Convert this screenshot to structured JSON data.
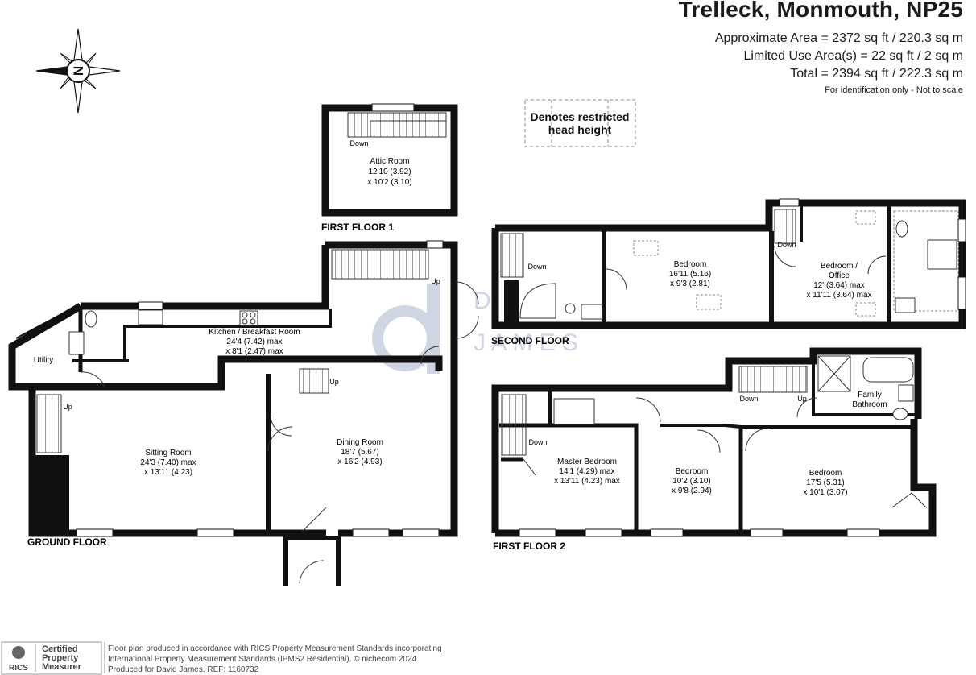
{
  "header": {
    "title": "Trelleck, Monmouth, NP25",
    "approx_area": "Approximate Area = 2372 sq ft / 220.3 sq m",
    "limited_use": "Limited Use Area(s) = 22 sq ft / 2 sq m",
    "total": "Total = 2394 sq ft / 222.3 sq m",
    "note": "For identification only - Not to scale"
  },
  "compass": {
    "label": "N"
  },
  "legend": {
    "line1": "Denotes restricted",
    "line2": "head height"
  },
  "watermark": {
    "line1": "D A V I D",
    "line2": "J A M E S"
  },
  "floors": {
    "first_floor_1": "FIRST FLOOR 1",
    "second_floor": "SECOND FLOOR",
    "ground_floor": "GROUND FLOOR",
    "first_floor_2": "FIRST FLOOR 2"
  },
  "rooms": {
    "attic": {
      "name": "Attic Room",
      "dim1": "12'10 (3.92)",
      "dim2": "x 10'2 (3.10)"
    },
    "kitchen": {
      "name": "Kitchen / Breakfast Room",
      "dim1": "24'4 (7.42) max",
      "dim2": "x 8'1 (2.47) max"
    },
    "utility": {
      "name": "Utility"
    },
    "sitting": {
      "name": "Sitting Room",
      "dim1": "24'3 (7.40) max",
      "dim2": "x 13'11 (4.23)"
    },
    "dining": {
      "name": "Dining Room",
      "dim1": "18'7 (5.67)",
      "dim2": "x 16'2 (4.93)"
    },
    "sf_bedroom": {
      "name": "Bedroom",
      "dim1": "16'11 (5.16)",
      "dim2": "x 9'3 (2.81)"
    },
    "office": {
      "name1": "Bedroom /",
      "name2": "Office",
      "dim1": "12' (3.64) max",
      "dim2": "x 11'11 (3.64) max"
    },
    "master": {
      "name": "Master Bedroom",
      "dim1": "14'1 (4.29) max",
      "dim2": "x 13'11 (4.23) max"
    },
    "bed2": {
      "name": "Bedroom",
      "dim1": "10'2 (3.10)",
      "dim2": "x 9'8 (2.94)"
    },
    "bed3": {
      "name": "Bedroom",
      "dim1": "17'5 (5.31)",
      "dim2": "x 10'1 (3.07)"
    },
    "family_bath": {
      "name1": "Family",
      "name2": "Bathroom"
    }
  },
  "stair_labels": {
    "attic_down": "Down",
    "kitchen_up": "Up",
    "sitting_up": "Up",
    "dining_up": "Up",
    "sf_down_left": "Down",
    "sf_down_right": "Down",
    "ff2_down_master": "Down",
    "ff2_down_landing": "Down",
    "ff2_up_landing": "Up"
  },
  "footer": {
    "rics_line1": "Certified",
    "rics_line2": "Property",
    "rics_line3": "Measurer",
    "rics_logo": "RICS",
    "line1": "Floor plan produced in accordance with RICS Property Measurement Standards incorporating",
    "line2": "International Property Measurement Standards (IPMS2 Residential).  © nichecom 2024.",
    "line3": "Produced for David James.   REF:  1160732"
  }
}
